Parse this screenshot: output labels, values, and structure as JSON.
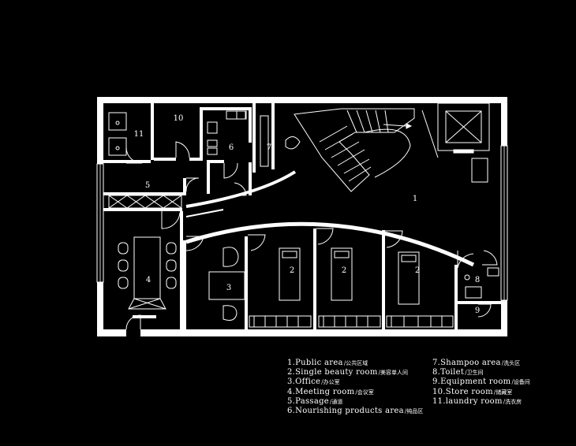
{
  "rooms": [
    {
      "num": "1"
    },
    {
      "num": "2"
    },
    {
      "num": "2"
    },
    {
      "num": "2"
    },
    {
      "num": "3"
    },
    {
      "num": "4"
    },
    {
      "num": "5"
    },
    {
      "num": "6"
    },
    {
      "num": "7"
    },
    {
      "num": "8"
    },
    {
      "num": "9"
    },
    {
      "num": "10"
    },
    {
      "num": "11"
    }
  ],
  "legend_left": [
    {
      "en": "1.Public area",
      "cn": "/公共区域"
    },
    {
      "en": "2.Single beauty room",
      "cn": "/美容单人间"
    },
    {
      "en": "3.Office",
      "cn": "/办公室"
    },
    {
      "en": "4.Meeting room",
      "cn": "/会议室"
    },
    {
      "en": "5.Passage",
      "cn": "/通道"
    },
    {
      "en": "6.Nourishing products area",
      "cn": "/纯品区"
    }
  ],
  "legend_right": [
    {
      "en": "7.Shampoo area",
      "cn": "/洗头区"
    },
    {
      "en": "8.Toilet",
      "cn": "/卫生间"
    },
    {
      "en": "9.Equipment room",
      "cn": "/设备间"
    },
    {
      "en": "10.Store room",
      "cn": "/储藏室"
    },
    {
      "en": "11.laundry room",
      "cn": "/洗衣房"
    }
  ],
  "colors": {
    "background": "#000000",
    "wall": "#ffffff"
  }
}
